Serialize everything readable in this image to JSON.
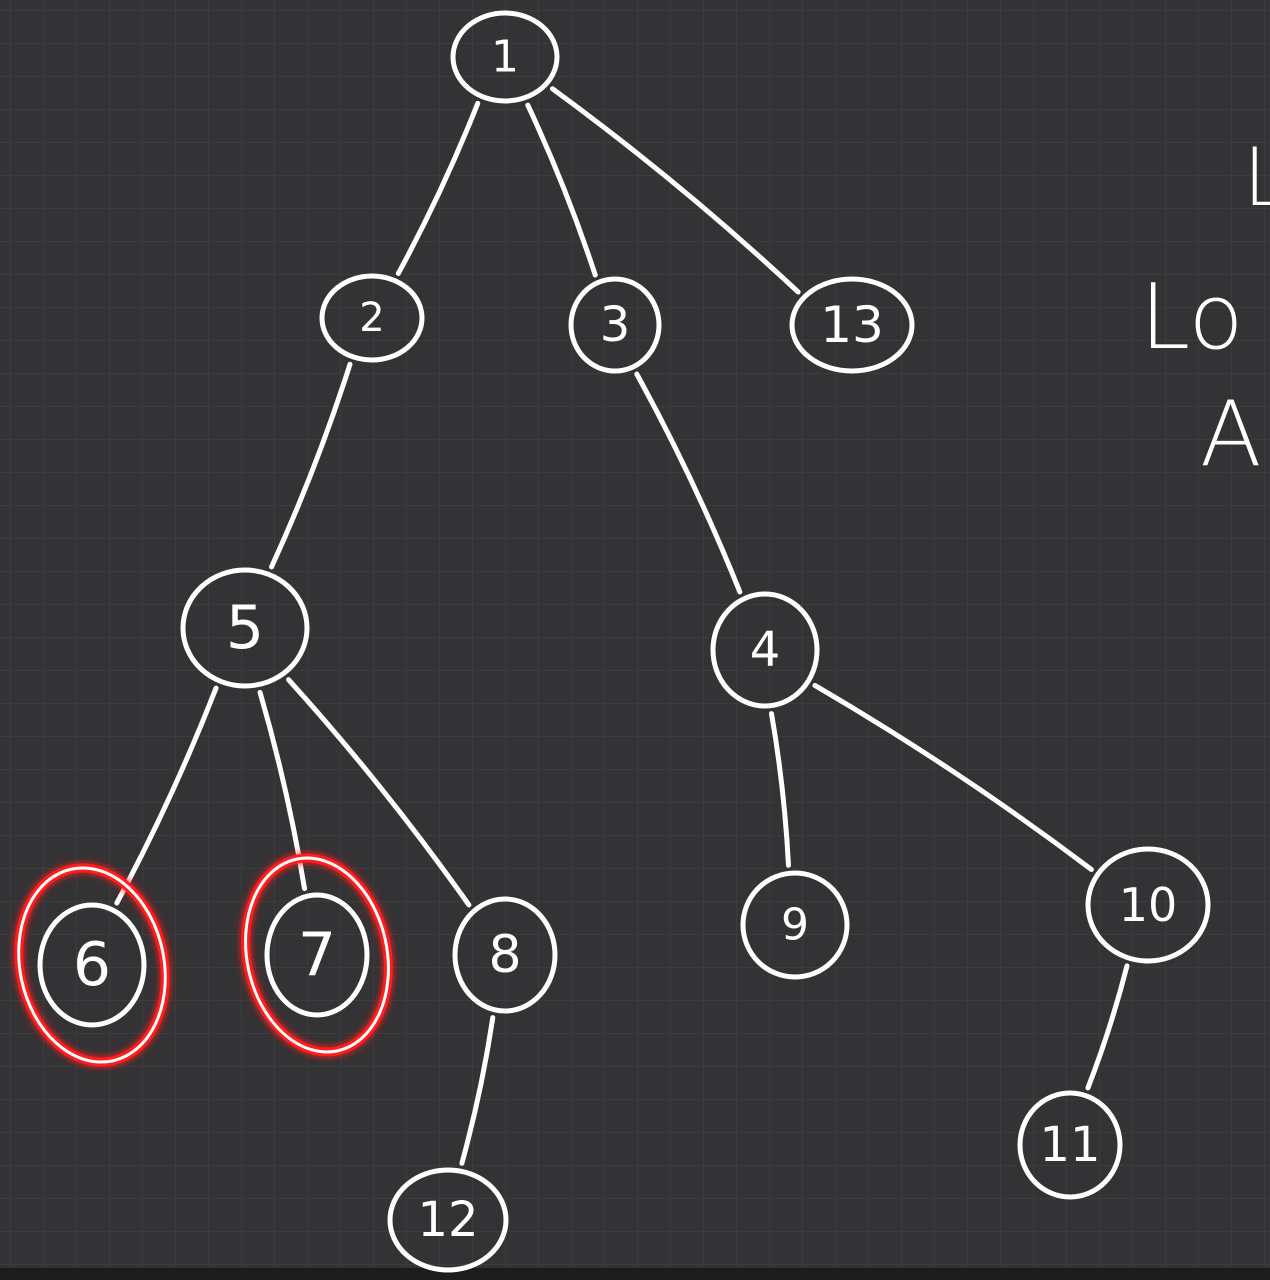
{
  "side_text": [
    "L",
    "Lo",
    "A"
  ],
  "highlight_color": "#ff1a1a",
  "nodes": [
    {
      "id": "n1",
      "label": "1",
      "highlighted": false
    },
    {
      "id": "n2",
      "label": "2",
      "highlighted": false
    },
    {
      "id": "n3",
      "label": "3",
      "highlighted": false
    },
    {
      "id": "n13",
      "label": "13",
      "highlighted": false
    },
    {
      "id": "n5",
      "label": "5",
      "highlighted": false
    },
    {
      "id": "n4",
      "label": "4",
      "highlighted": false
    },
    {
      "id": "n6",
      "label": "6",
      "highlighted": true
    },
    {
      "id": "n7",
      "label": "7",
      "highlighted": true
    },
    {
      "id": "n8",
      "label": "8",
      "highlighted": false
    },
    {
      "id": "n9",
      "label": "9",
      "highlighted": false
    },
    {
      "id": "n10",
      "label": "10",
      "highlighted": false
    },
    {
      "id": "n11",
      "label": "11",
      "highlighted": false
    },
    {
      "id": "n12",
      "label": "12",
      "highlighted": false
    }
  ],
  "edges": [
    [
      "n1",
      "n2"
    ],
    [
      "n1",
      "n3"
    ],
    [
      "n1",
      "n13"
    ],
    [
      "n2",
      "n5"
    ],
    [
      "n3",
      "n4"
    ],
    [
      "n5",
      "n6"
    ],
    [
      "n5",
      "n7"
    ],
    [
      "n5",
      "n8"
    ],
    [
      "n4",
      "n9"
    ],
    [
      "n4",
      "n10"
    ],
    [
      "n8",
      "n12"
    ],
    [
      "n10",
      "n11"
    ]
  ]
}
